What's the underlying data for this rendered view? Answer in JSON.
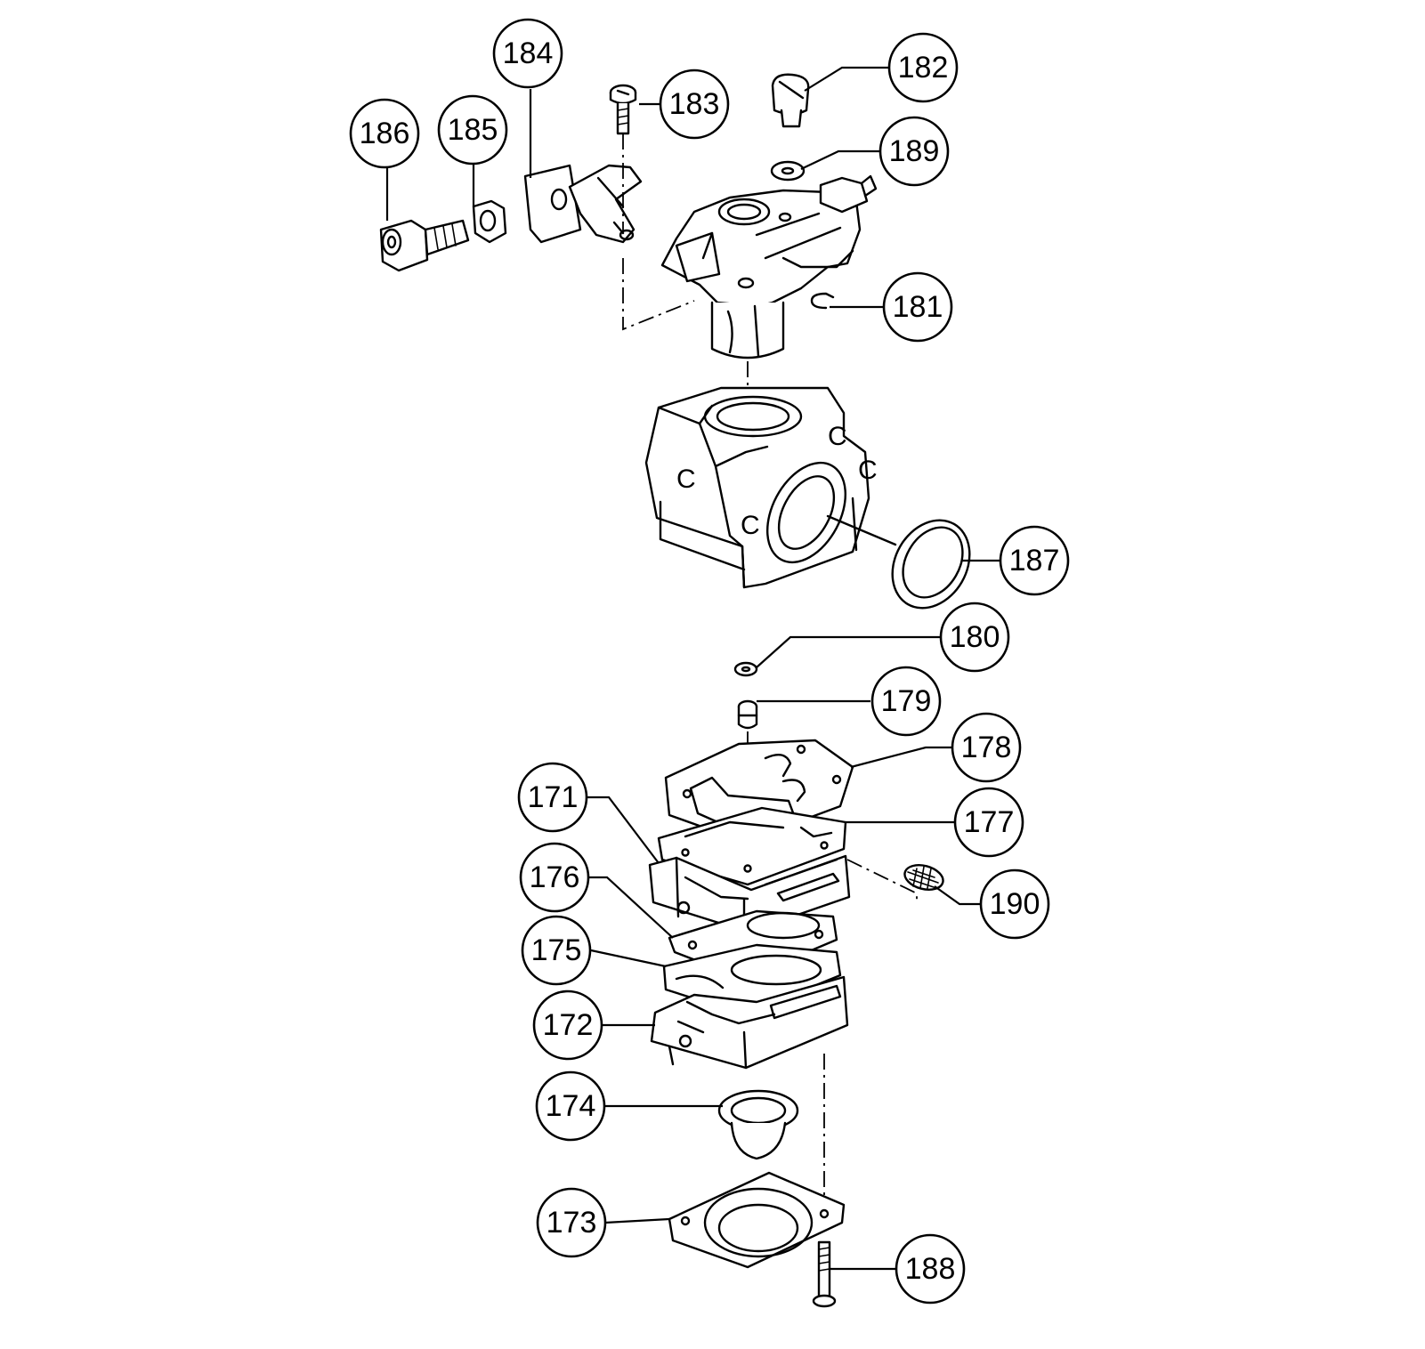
{
  "parts": [
    {
      "id": "p171",
      "label": "171"
    },
    {
      "id": "p172",
      "label": "172"
    },
    {
      "id": "p173",
      "label": "173"
    },
    {
      "id": "p174",
      "label": "174"
    },
    {
      "id": "p175",
      "label": "175"
    },
    {
      "id": "p176",
      "label": "176"
    },
    {
      "id": "p177",
      "label": "177"
    },
    {
      "id": "p178",
      "label": "178"
    },
    {
      "id": "p179",
      "label": "179"
    },
    {
      "id": "p180",
      "label": "180"
    },
    {
      "id": "p181",
      "label": "181"
    },
    {
      "id": "p182",
      "label": "182"
    },
    {
      "id": "p183",
      "label": "183"
    },
    {
      "id": "p184",
      "label": "184"
    },
    {
      "id": "p185",
      "label": "185"
    },
    {
      "id": "p186",
      "label": "186"
    },
    {
      "id": "p187",
      "label": "187"
    },
    {
      "id": "p188",
      "label": "188"
    },
    {
      "id": "p189",
      "label": "189"
    },
    {
      "id": "p190",
      "label": "190"
    }
  ],
  "body_marks": [
    "C",
    "C",
    "C",
    "C"
  ]
}
